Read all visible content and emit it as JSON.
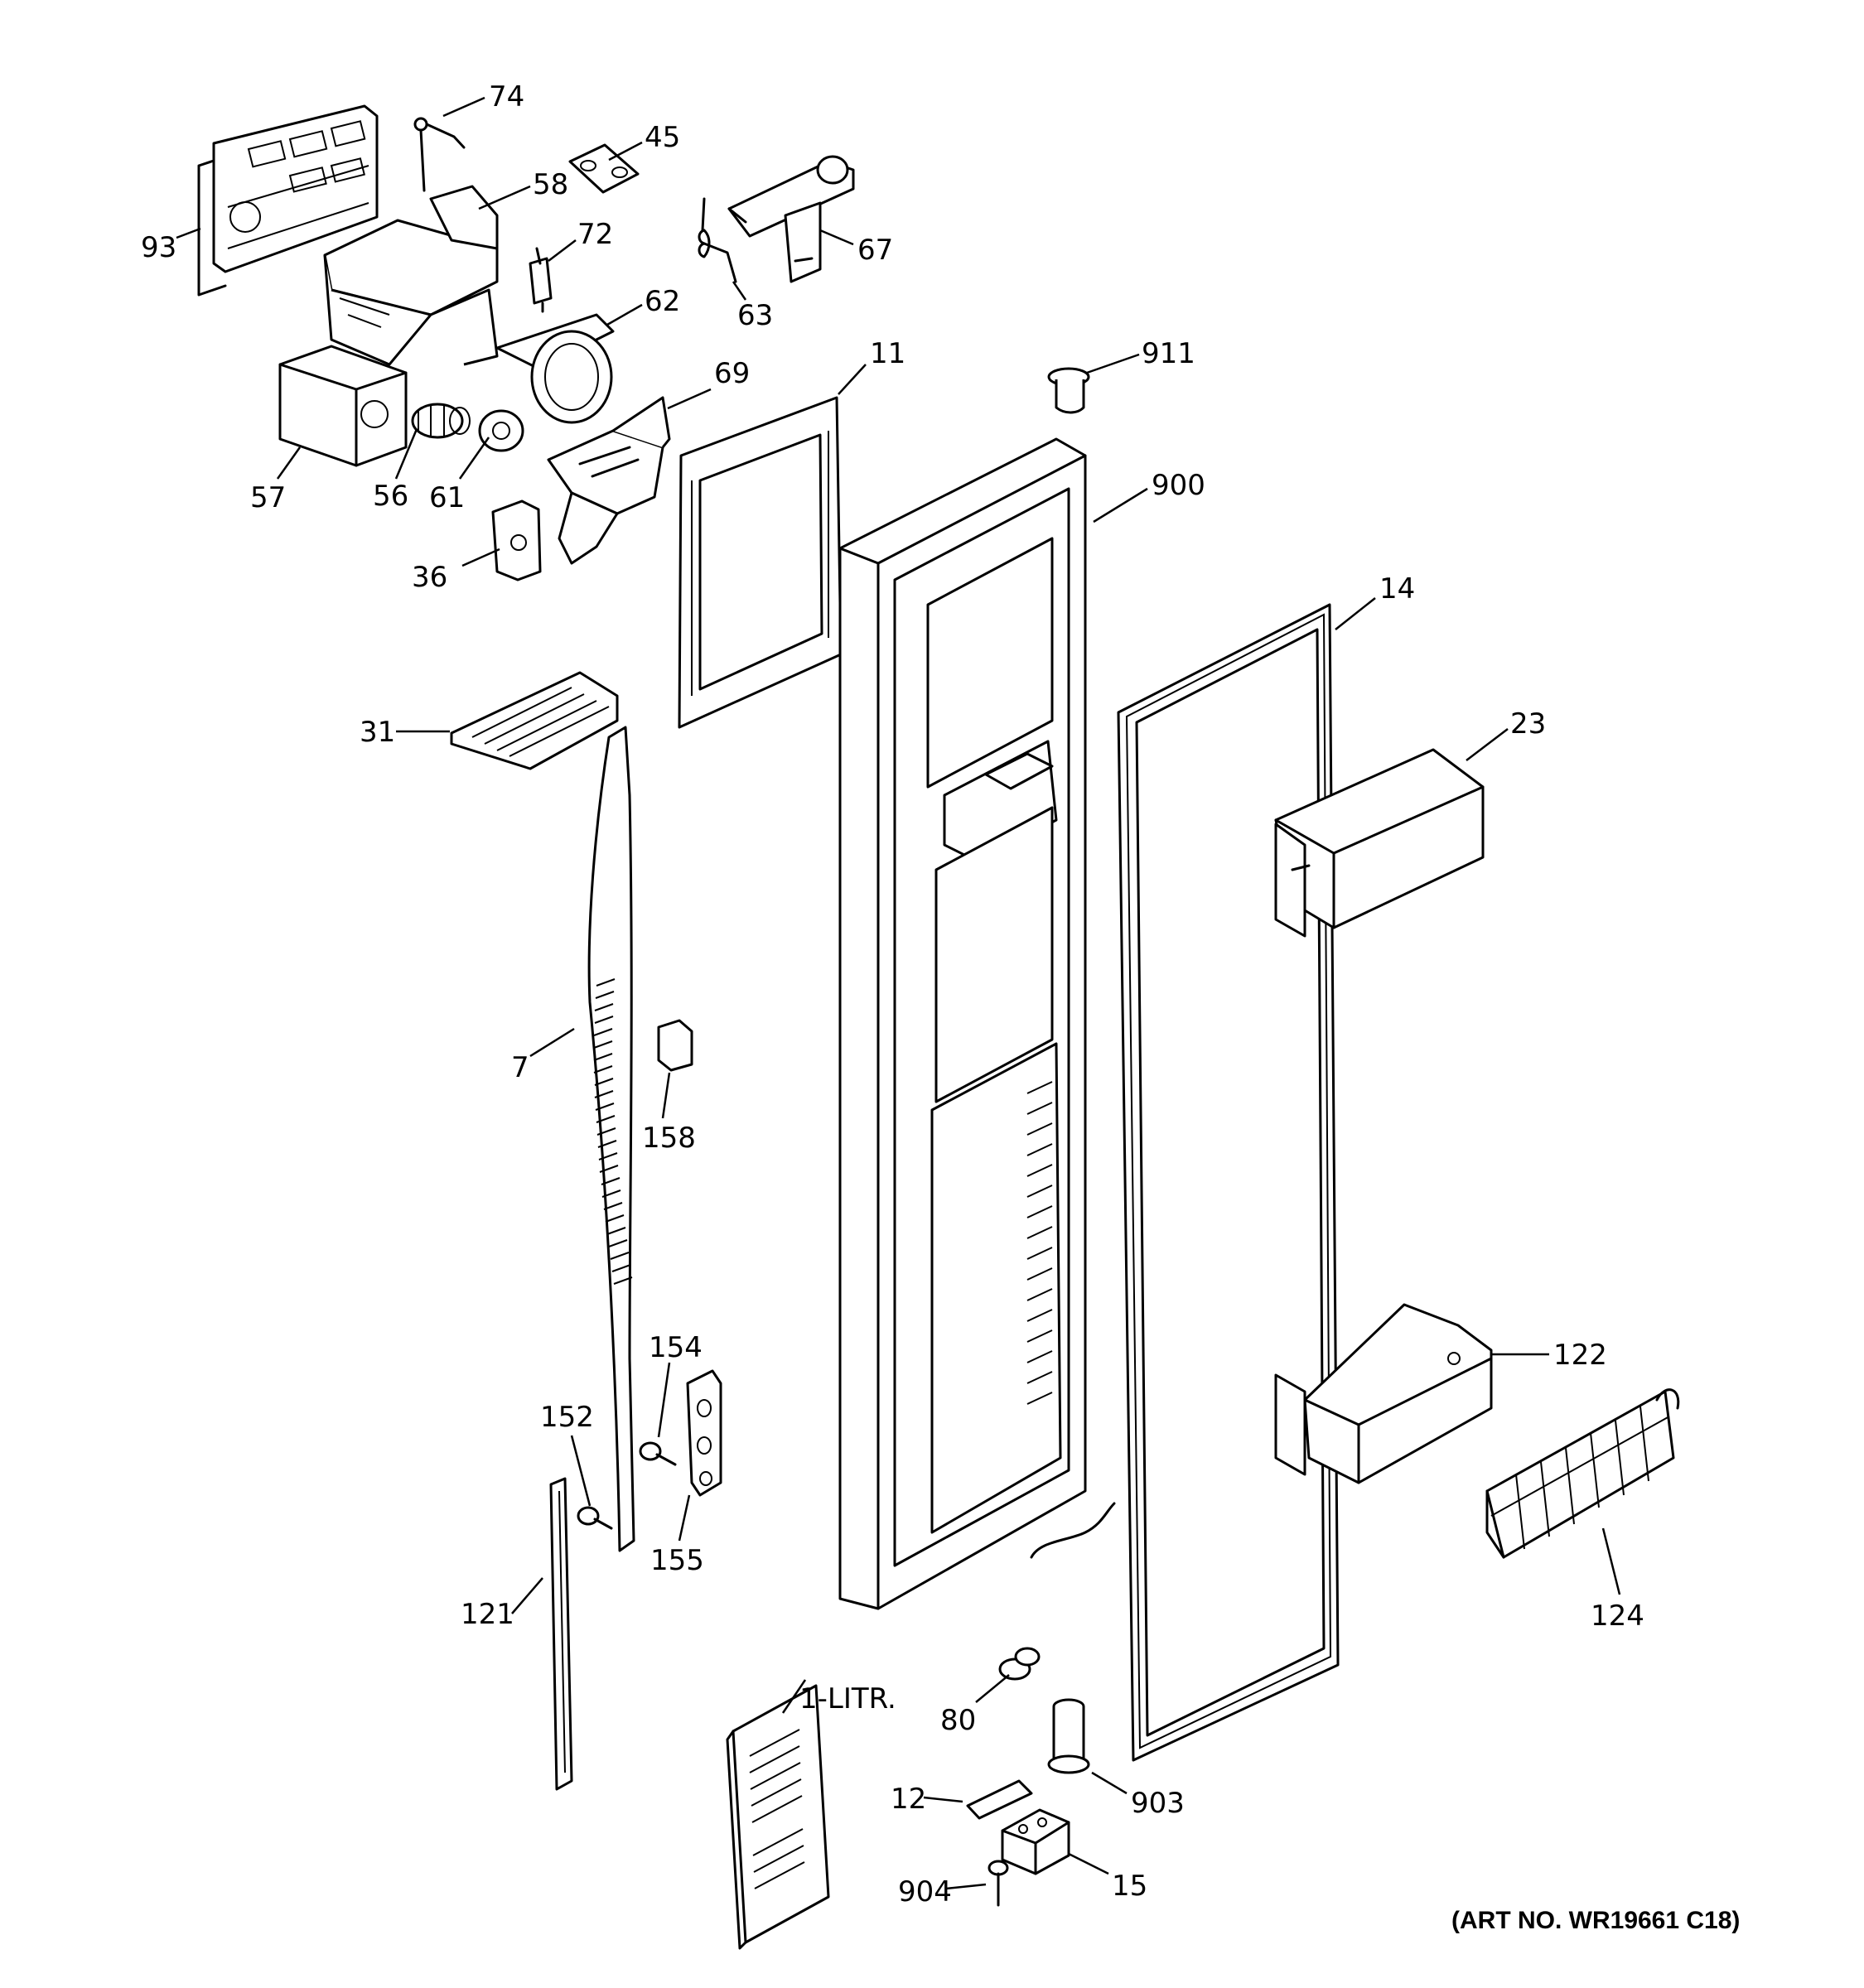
{
  "colors": {
    "line": "#000000",
    "background": "#ffffff"
  },
  "art_number": "(ART NO. WR19661 C18)",
  "callouts": [
    {
      "id": "74",
      "label": "74"
    },
    {
      "id": "45",
      "label": "45"
    },
    {
      "id": "58",
      "label": "58"
    },
    {
      "id": "93",
      "label": "93"
    },
    {
      "id": "72",
      "label": "72"
    },
    {
      "id": "67",
      "label": "67"
    },
    {
      "id": "63",
      "label": "63"
    },
    {
      "id": "62",
      "label": "62"
    },
    {
      "id": "11",
      "label": "11"
    },
    {
      "id": "911",
      "label": "911"
    },
    {
      "id": "69",
      "label": "69"
    },
    {
      "id": "57",
      "label": "57"
    },
    {
      "id": "56",
      "label": "56"
    },
    {
      "id": "61",
      "label": "61"
    },
    {
      "id": "900",
      "label": "900"
    },
    {
      "id": "36",
      "label": "36"
    },
    {
      "id": "14",
      "label": "14"
    },
    {
      "id": "23",
      "label": "23"
    },
    {
      "id": "31",
      "label": "31"
    },
    {
      "id": "7",
      "label": "7"
    },
    {
      "id": "158",
      "label": "158"
    },
    {
      "id": "154",
      "label": "154"
    },
    {
      "id": "122",
      "label": "122"
    },
    {
      "id": "152",
      "label": "152"
    },
    {
      "id": "155",
      "label": "155"
    },
    {
      "id": "124",
      "label": "124"
    },
    {
      "id": "121",
      "label": "121"
    },
    {
      "id": "1-LITR.",
      "label": "1-LITR."
    },
    {
      "id": "80",
      "label": "80"
    },
    {
      "id": "903",
      "label": "903"
    },
    {
      "id": "12",
      "label": "12"
    },
    {
      "id": "15",
      "label": "15"
    },
    {
      "id": "904",
      "label": "904"
    }
  ]
}
